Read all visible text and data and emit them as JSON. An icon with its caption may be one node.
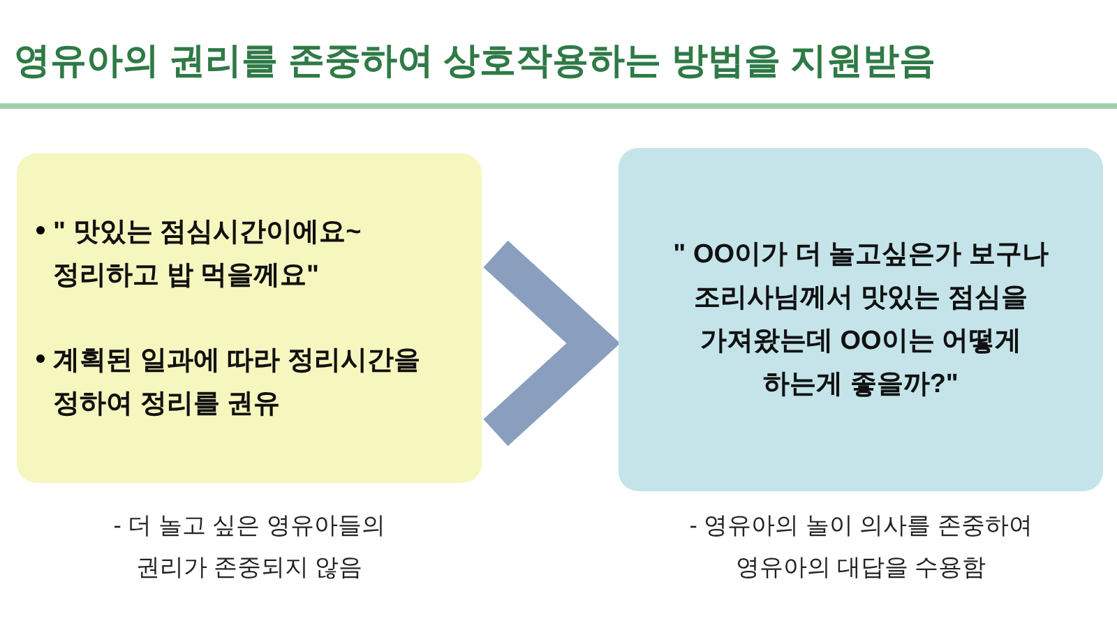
{
  "diagram": {
    "title": "영유아의 권리를 존중하여 상호작용하는 방법을 지원받음",
    "nodes": [
      {
        "text": [
          "\" 맛있는 점심시간이에요~ 정리하고 밥 먹을께요\"",
          "계획된 일과에 따라 정리시간을 정하여 정리를 권유"
        ],
        "beside": [
          "- 더 놀고 싶은 영유아들의 권리가 존중되지 않음"
        ]
      },
      {
        "text": [
          "\" OO이가 더 놀고싶은가 보구나 조리사님께서 맛있는 점심을 가져왔는데 OO이는 어떻게 하는게 좋을까?\""
        ],
        "beside": [
          "- 영유아의 놀이 의사를 존중하여 영유아의 대답을 수용함"
        ]
      }
    ],
    "edges": [
      {
        "from": 0,
        "to": 1,
        "arrow": "to"
      }
    ]
  }
}
